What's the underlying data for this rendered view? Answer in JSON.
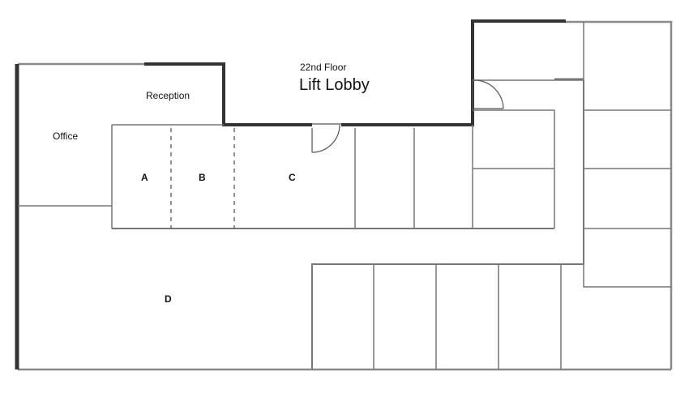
{
  "floor_label": "22nd Floor",
  "lobby_label": "Lift Lobby",
  "rooms": {
    "reception": "Reception",
    "office": "Office",
    "a": "A",
    "b": "B",
    "c": "C",
    "d": "D"
  },
  "colors": {
    "wall_heavy": "#333333",
    "wall_light": "#8a8a8a",
    "partition": "#777777"
  }
}
